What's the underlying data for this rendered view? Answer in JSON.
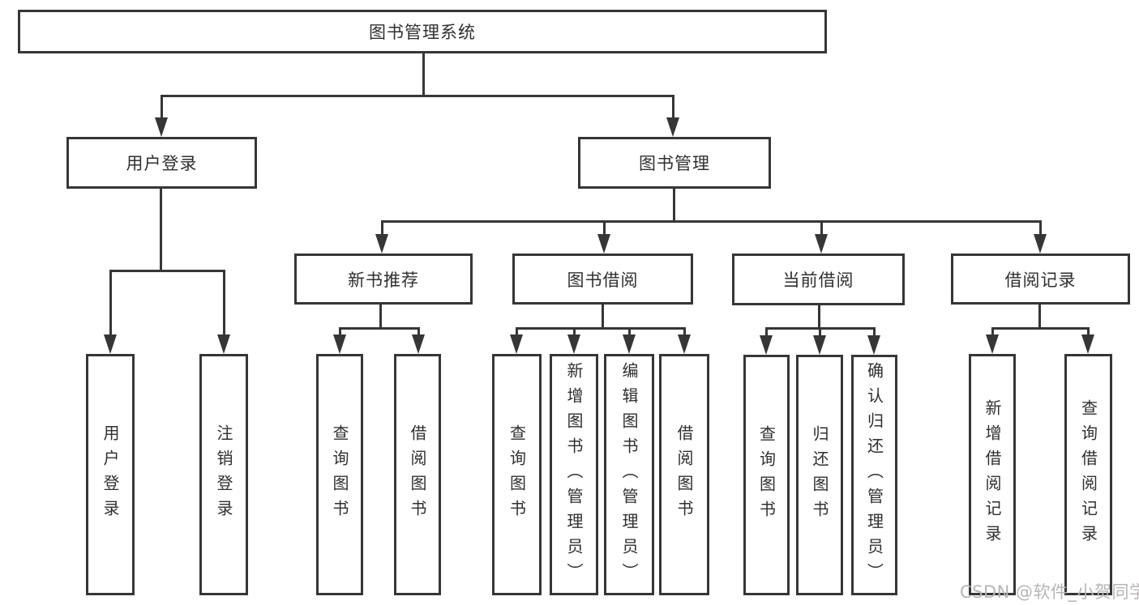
{
  "tree": {
    "label": "图书管理系统",
    "children": [
      {
        "label": "用户登录",
        "children": [
          {
            "label": "用户登录"
          },
          {
            "label": "注销登录"
          }
        ]
      },
      {
        "label": "图书管理",
        "children": [
          {
            "label": "新书推荐",
            "children": [
              {
                "label": "查询图书"
              },
              {
                "label": "借阅图书"
              }
            ]
          },
          {
            "label": "图书借阅",
            "children": [
              {
                "label": "查询图书"
              },
              {
                "label": "新增图书（管理员）"
              },
              {
                "label": "编辑图书（管理员）"
              },
              {
                "label": "借阅图书"
              }
            ]
          },
          {
            "label": "当前借阅",
            "children": [
              {
                "label": "查询图书"
              },
              {
                "label": "归还图书"
              },
              {
                "label": "确认归还（管理员）"
              }
            ]
          },
          {
            "label": "借阅记录",
            "children": [
              {
                "label": "新增借阅记录"
              },
              {
                "label": "查询借阅记录"
              }
            ]
          }
        ]
      }
    ]
  },
  "watermark": "CSDN @软件_小贺同学",
  "colors": {
    "line": "#363636",
    "text": "#2f2f2f",
    "watermark": "#b9b4b4",
    "background": "#ffffff"
  }
}
